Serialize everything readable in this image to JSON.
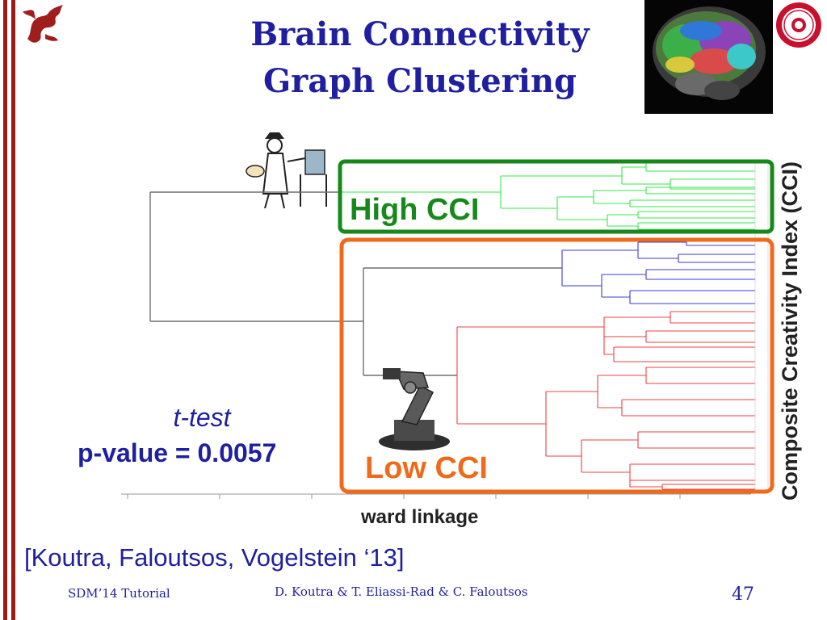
{
  "slide": {
    "title_line1": "Brain Connectivity",
    "title_line2": "Graph Clustering"
  },
  "dendrogram": {
    "high_label": "High CCI",
    "low_label": "Low CCI",
    "axis_title": "ward linkage",
    "side_label": "Composite Creativity Index (CCI)",
    "colors": {
      "high": "#33e84a",
      "blue": "#3b3bd8",
      "red": "#ee4040",
      "trunk": "#6f6f6f",
      "high_box": "#17891a",
      "low_box": "#f06a1b"
    }
  },
  "stats": {
    "test_name": "t-test",
    "p_value": "p-value = 0.0057"
  },
  "citation": "[Koutra, Faloutsos, Vogelstein ‘13]",
  "footer": {
    "left": "SDM’14 Tutorial",
    "center": "D. Koutra & T. Eliassi-Rad & C. Faloutsos",
    "page": "47"
  },
  "decor": {
    "left_bar_color": "#9b1b1b",
    "dragon": "dragon-logo",
    "seal": "rutgers-seal",
    "brain": "brain-tractography-image",
    "artist": "artist-cartoon",
    "robot": "robot-arm-image"
  }
}
